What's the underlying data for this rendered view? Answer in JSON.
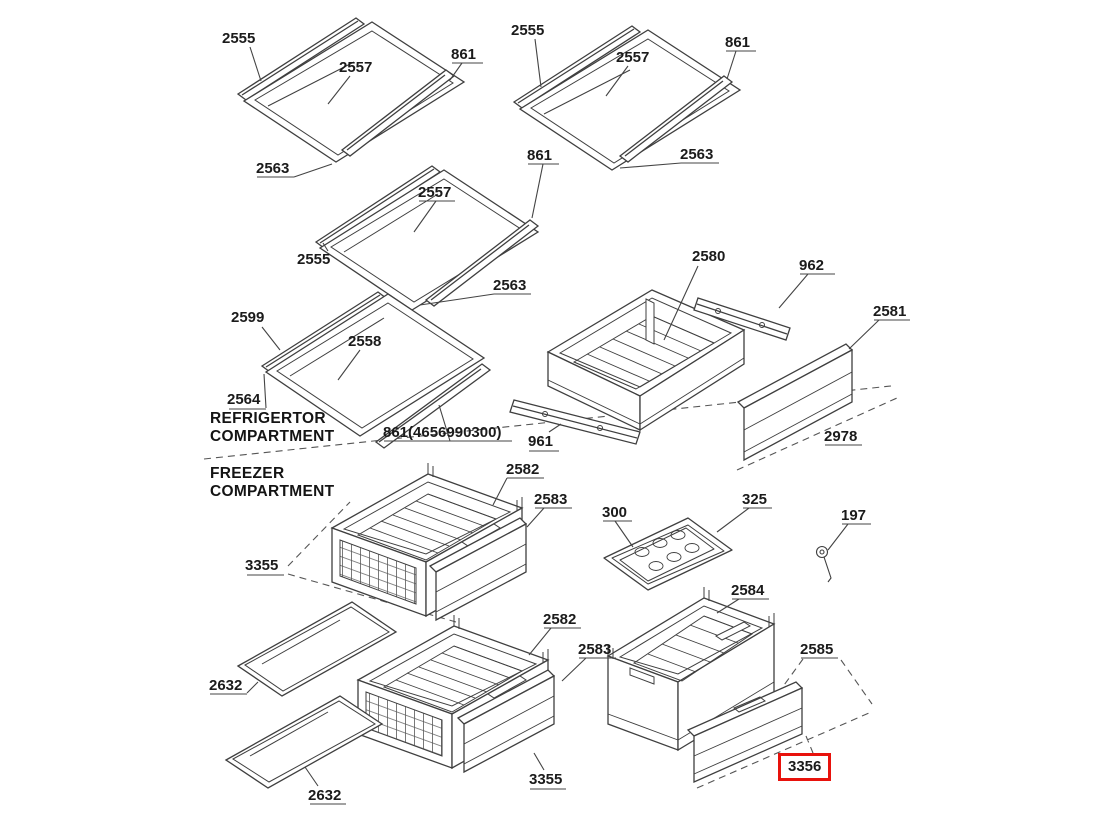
{
  "document": {
    "kind": "exploded-parts-diagram",
    "subject": "Refrigerator / freezer compartment parts"
  },
  "sections": {
    "refrigerator": {
      "line1": "REFRIGERTOR",
      "line2": "COMPARTMENT"
    },
    "freezer": {
      "line1": "FREEZER",
      "line2": "COMPARTMENT"
    }
  },
  "highlight": {
    "color": "#e8120c",
    "part": "3356"
  },
  "line_color": "#3f3f3f",
  "labels": [
    {
      "id": "2555-top-left",
      "text": "2555"
    },
    {
      "id": "2557-top-left",
      "text": "2557"
    },
    {
      "id": "861-top-left",
      "text": "861"
    },
    {
      "id": "2555-top-right",
      "text": "2555"
    },
    {
      "id": "2557-top-right",
      "text": "2557"
    },
    {
      "id": "861-top-right",
      "text": "861"
    },
    {
      "id": "2563-top-left",
      "text": "2563"
    },
    {
      "id": "861-middle",
      "text": "861"
    },
    {
      "id": "2563-top-right",
      "text": "2563"
    },
    {
      "id": "2557-middle",
      "text": "2557"
    },
    {
      "id": "2555-middle",
      "text": "2555"
    },
    {
      "id": "2563-middle",
      "text": "2563"
    },
    {
      "id": "2580",
      "text": "2580"
    },
    {
      "id": "962",
      "text": "962"
    },
    {
      "id": "2599",
      "text": "2599"
    },
    {
      "id": "2558",
      "text": "2558"
    },
    {
      "id": "2581",
      "text": "2581"
    },
    {
      "id": "2564",
      "text": "2564"
    },
    {
      "id": "861-full-code",
      "text": "861(4656990300)"
    },
    {
      "id": "961",
      "text": "961"
    },
    {
      "id": "2978",
      "text": "2978"
    },
    {
      "id": "2582-upper",
      "text": "2582"
    },
    {
      "id": "2583-upper",
      "text": "2583"
    },
    {
      "id": "300",
      "text": "300"
    },
    {
      "id": "325",
      "text": "325"
    },
    {
      "id": "197",
      "text": "197"
    },
    {
      "id": "3355-upper",
      "text": "3355"
    },
    {
      "id": "2584",
      "text": "2584"
    },
    {
      "id": "2582-lower",
      "text": "2582"
    },
    {
      "id": "2583-lower",
      "text": "2583"
    },
    {
      "id": "2585",
      "text": "2585"
    },
    {
      "id": "2632-upper",
      "text": "2632"
    },
    {
      "id": "3355-lower",
      "text": "3355"
    },
    {
      "id": "3356",
      "text": "3356",
      "highlighted": true
    },
    {
      "id": "2632-lower",
      "text": "2632"
    }
  ]
}
